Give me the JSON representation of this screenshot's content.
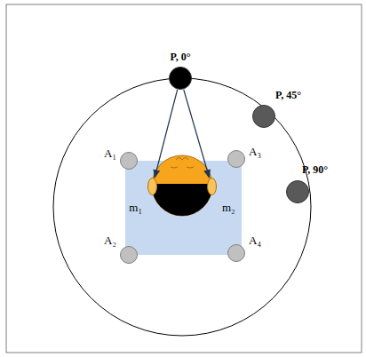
{
  "diagram": {
    "nodes": [
      {
        "text": [
          "P, 0°"
        ]
      },
      {
        "text": [
          "P, 45°"
        ]
      },
      {
        "text": [
          "P, 90°"
        ]
      },
      {
        "text": [
          "A₁"
        ]
      },
      {
        "text": [
          "A₂"
        ]
      },
      {
        "text": [
          "A₃"
        ]
      },
      {
        "text": [
          "A₄"
        ]
      },
      {
        "text": [
          "m₁"
        ]
      },
      {
        "text": [
          "m₂"
        ]
      }
    ],
    "edges": [
      {
        "from": 0,
        "to": 7,
        "arrow": "to"
      },
      {
        "from": 0,
        "to": 8,
        "arrow": "to"
      }
    ]
  }
}
